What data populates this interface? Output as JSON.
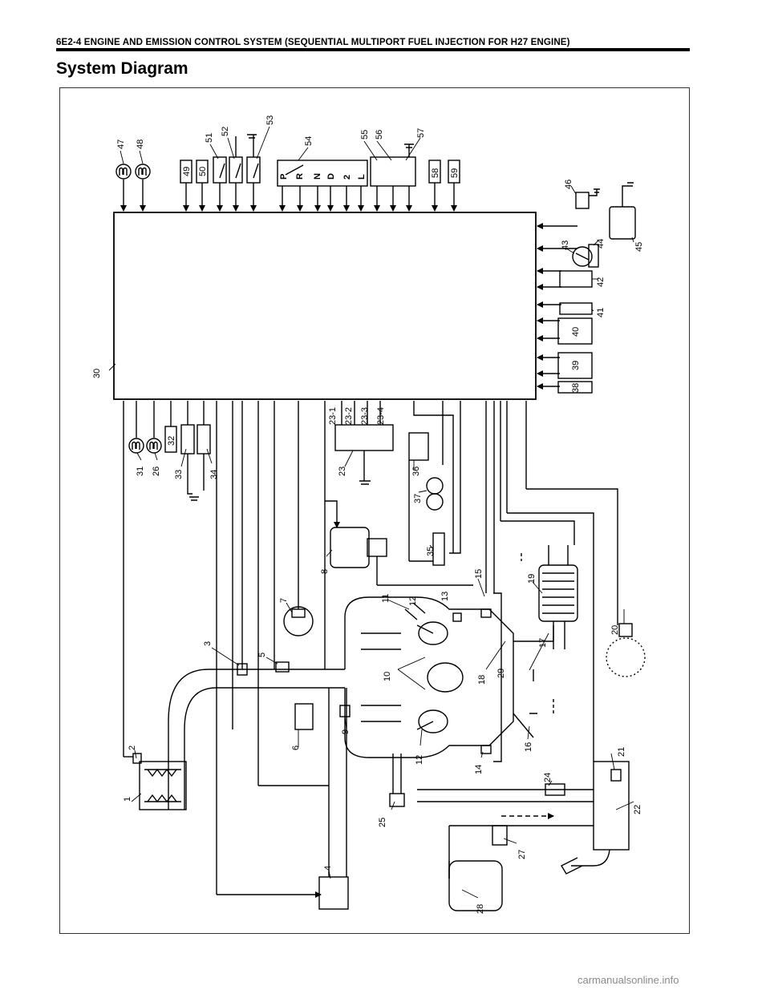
{
  "header": {
    "text": "6E2-4 ENGINE AND EMISSION CONTROL SYSTEM (SEQUENTIAL MULTIPORT FUEL INJECTION FOR H27 ENGINE)"
  },
  "title": "System Diagram",
  "watermark": "carmanualsonline.info",
  "diagram": {
    "labels": {
      "n1": "1",
      "n2": "2",
      "n3": "3",
      "n4": "4",
      "n5": "5",
      "n6": "6",
      "n7": "7",
      "n8": "8",
      "n9": "9",
      "n10": "10",
      "n11": "11",
      "n12a": "12",
      "n12b": "12",
      "n13": "13",
      "n14": "14",
      "n15": "15",
      "n16": "16",
      "n17": "17",
      "n18": "18",
      "n19": "19",
      "n20": "20",
      "n21": "21",
      "n22": "22",
      "n23": "23",
      "n23_1": "23-1",
      "n23_2": "23-2",
      "n23_3": "23-3",
      "n23_4": "23-4",
      "n24": "24",
      "n25": "25",
      "n26": "26",
      "n27": "27",
      "n28": "28",
      "n29": "29",
      "n30": "30",
      "n31": "31",
      "n32": "32",
      "n33": "33",
      "n34": "34",
      "n35": "35",
      "n36": "36",
      "n37": "37",
      "n38": "38",
      "n39": "39",
      "n40": "40",
      "n41": "41",
      "n42": "42",
      "n43": "43",
      "n44": "44",
      "n45": "45",
      "n46": "46",
      "n47": "47",
      "n48": "48",
      "n49": "49",
      "n50": "50",
      "n51": "51",
      "n52": "52",
      "n53": "53",
      "n54": "54",
      "n55": "55",
      "n56": "56",
      "n57": "57",
      "n58": "58",
      "n59": "59"
    },
    "shift_positions": [
      "P",
      "R",
      "N",
      "D",
      "2",
      "L"
    ]
  }
}
